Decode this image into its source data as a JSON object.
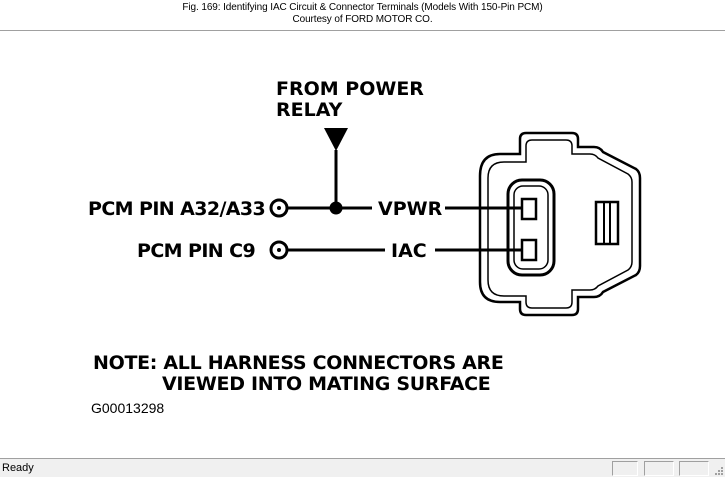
{
  "caption": {
    "line1": "Fig. 169: Identifying IAC Circuit & Connector Terminals (Models With 150-Pin PCM)",
    "line2": "Courtesy of FORD MOTOR CO."
  },
  "diagram": {
    "power_label_line1": "FROM POWER",
    "power_label_line2": "RELAY",
    "pin1_label": "PCM PIN A32/A33",
    "pin2_label": "PCM PIN C9",
    "wire1_label": "VPWR",
    "wire2_label": "IAC",
    "note_line1": "NOTE: ALL HARNESS CONNECTORS ARE",
    "note_line2": "VIEWED INTO MATING SURFACE",
    "figure_id": "G00013298"
  },
  "status_bar": {
    "status_text": "Ready"
  }
}
